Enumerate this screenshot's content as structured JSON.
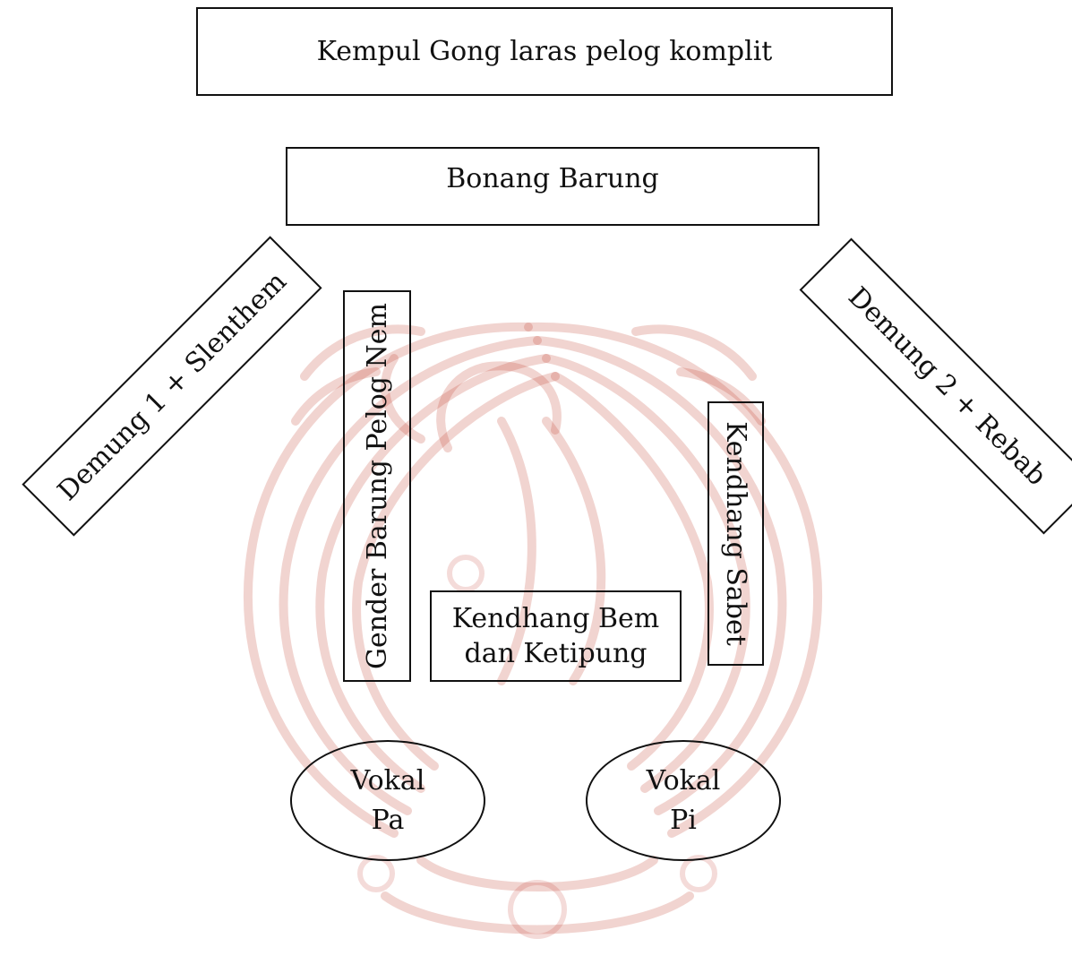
{
  "diagram": {
    "watermark_color": "#c0392b",
    "instruments": {
      "kempul_gong": "Kempul Gong laras pelog komplit",
      "bonang_barung": "Bonang Barung",
      "demung_1_slenthem": "Demung 1 + Slenthem",
      "demung_2_rebab": "Demung 2 + Rebab",
      "gender_barung": "Gender Barung Pelog Nem",
      "kendhang_sabet": "Kendhang Sabet",
      "kendhang_bem_line1": "Kendhang Bem",
      "kendhang_bem_line2": "dan Ketipung",
      "vokal_pa_line1": "Vokal",
      "vokal_pa_line2": "Pa",
      "vokal_pi_line1": "Vokal",
      "vokal_pi_line2": "Pi"
    }
  }
}
